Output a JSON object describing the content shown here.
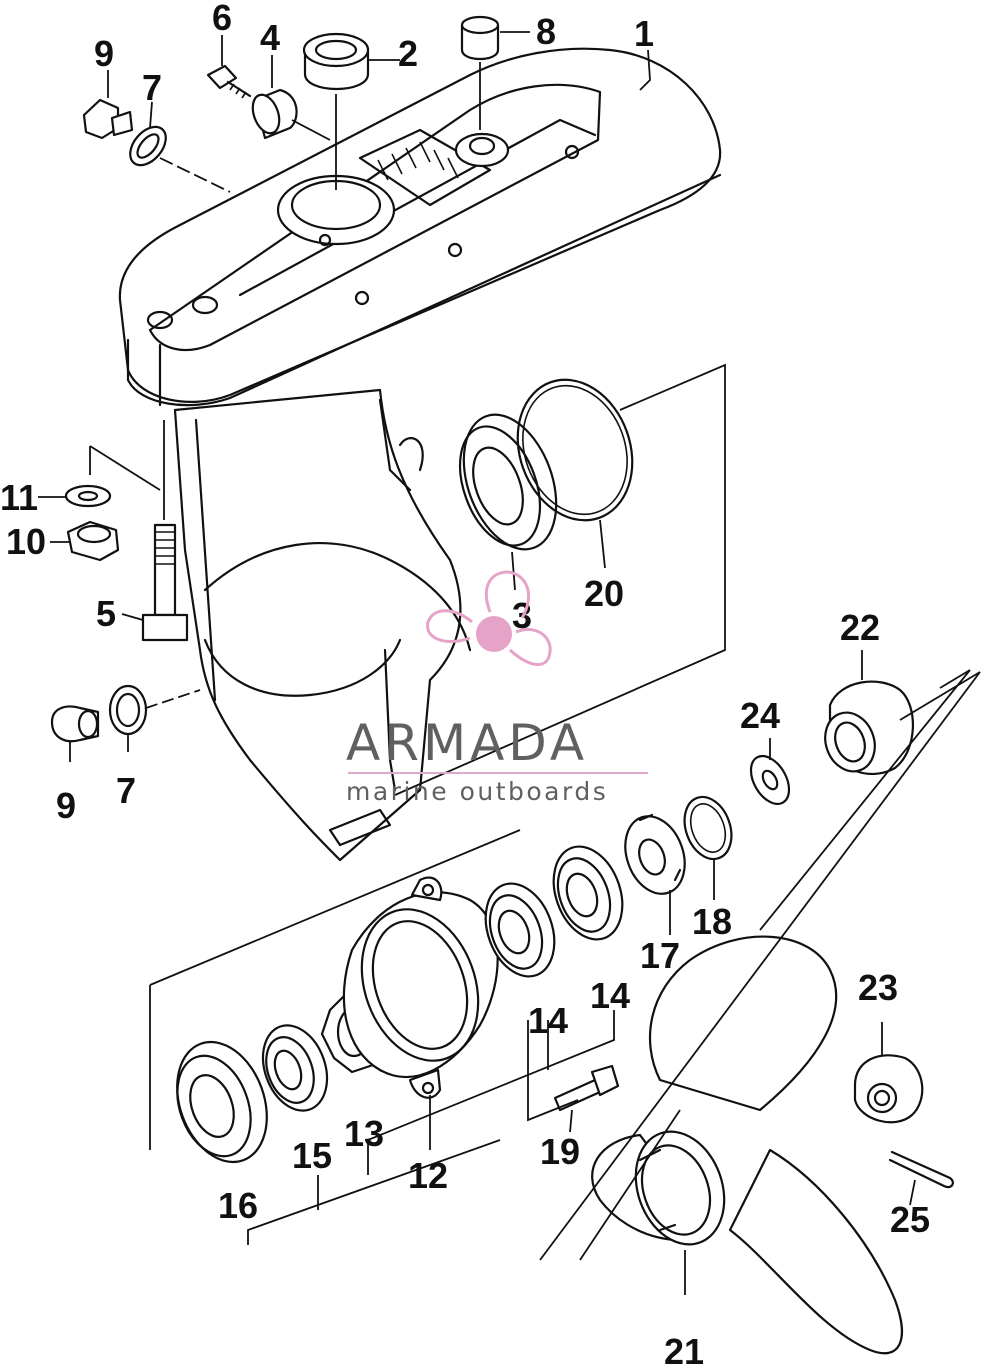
{
  "watermark": {
    "brand": "ARMADA",
    "tagline": "marine outboards",
    "logo_icon": "propeller-logo-icon",
    "logo_color": "#e6a3c8",
    "rule_color": "#e0a8cc"
  },
  "callouts": [
    "1",
    "2",
    "3",
    "4",
    "5",
    "6",
    "7",
    "7",
    "8",
    "9",
    "9",
    "10",
    "11",
    "12",
    "13",
    "14",
    "14",
    "15",
    "16",
    "17",
    "18",
    "19",
    "20",
    "21",
    "22",
    "23",
    "24",
    "25"
  ]
}
